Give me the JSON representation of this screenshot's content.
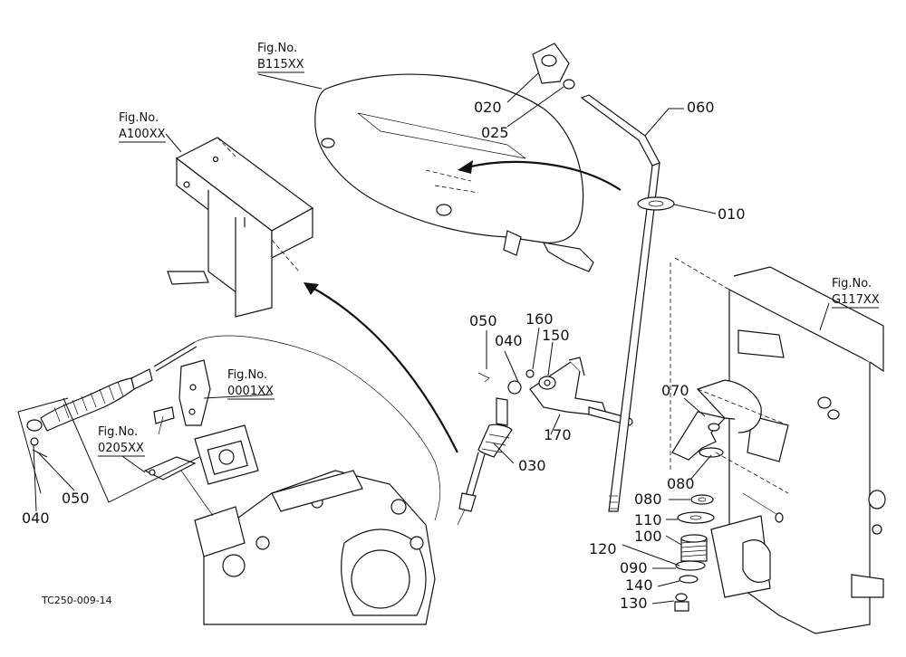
{
  "fig_refs": {
    "b115": {
      "fig": "Fig.No.",
      "num": "B115XX"
    },
    "a100": {
      "fig": "Fig.No.",
      "num": "A100XX"
    },
    "g117": {
      "fig": "Fig.No.",
      "num": "G117XX"
    },
    "f0001": {
      "fig": "Fig.No.",
      "num": "0001XX"
    },
    "f0205": {
      "fig": "Fig.No.",
      "num": "0205XX"
    }
  },
  "parts": {
    "p020": "020",
    "p025": "025",
    "p060": "060",
    "p010": "010",
    "p050a": "050",
    "p040a": "040",
    "p160": "160",
    "p150": "150",
    "p170": "170",
    "p070": "070",
    "p080a": "080",
    "p080b": "080",
    "p110": "110",
    "p100": "100",
    "p120": "120",
    "p090": "090",
    "p140": "140",
    "p130": "130",
    "p030": "030",
    "p040b": "040",
    "p050b": "050"
  },
  "drawing_code": "TC250-009-14"
}
